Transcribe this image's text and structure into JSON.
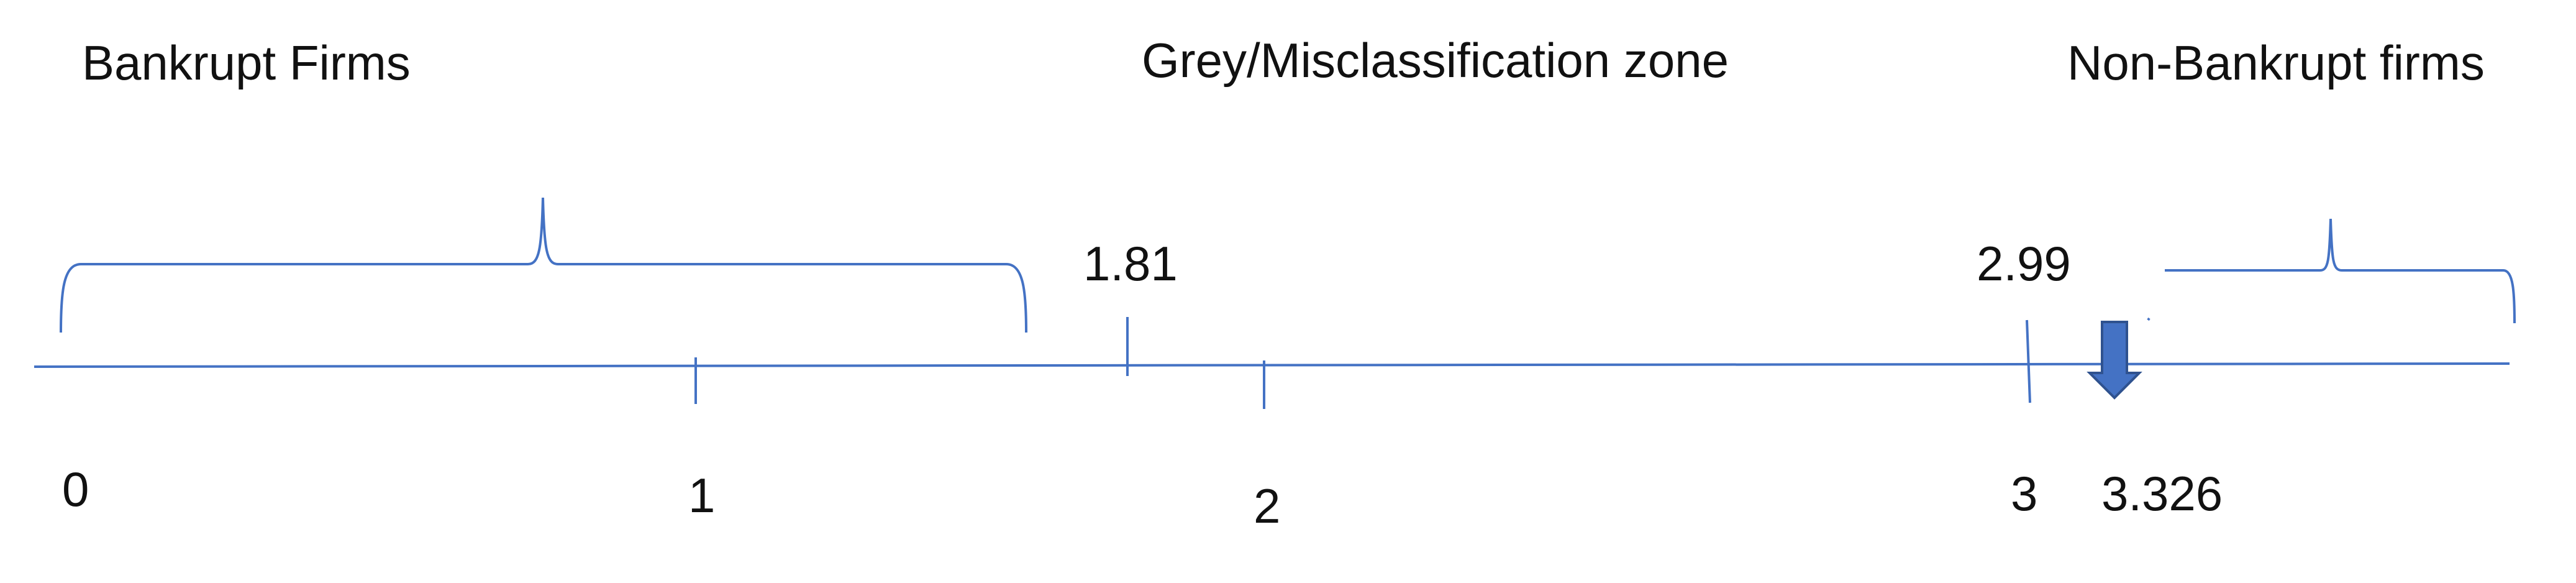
{
  "zones": {
    "bankrupt": "Bankrupt Firms",
    "grey": "Grey/Misclassification zone",
    "non_bankrupt": "Non-Bankrupt firms"
  },
  "thresholds": {
    "lower": "1.81",
    "upper": "2.99"
  },
  "ticks": [
    "0",
    "1",
    "2",
    "3"
  ],
  "marker": {
    "value": "3.326",
    "color": "#4472C4"
  },
  "colors": {
    "line": "#4472C4",
    "text": "#111111"
  }
}
